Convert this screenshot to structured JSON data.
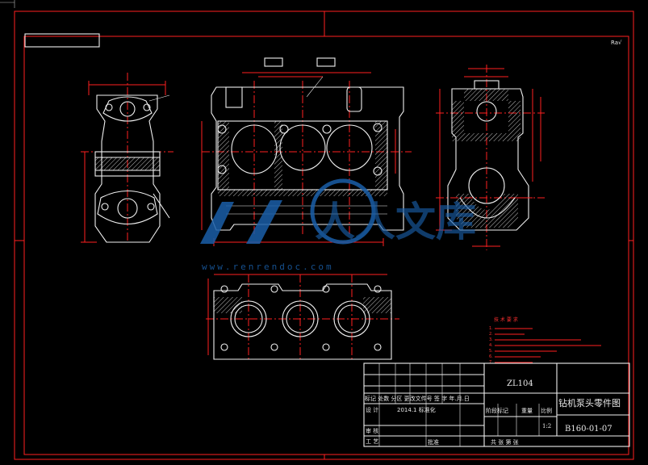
{
  "title_block": {
    "material": "ZL104",
    "drawing_title": "钻机泵头零件图",
    "drawing_number": "B160-01-07",
    "scale": "1:2",
    "scale_header": "比例",
    "weight_header": "重量",
    "stage_header": "阶段标记",
    "rev_row": "标记 处数  分区 更改文件号 签 字  年.月.日",
    "design": "设 计",
    "standardize": "2014.1 标准化",
    "review": "审 核",
    "process": "工 艺",
    "approve": "批准",
    "sheets": "共    张   第    张"
  },
  "surface_mark": "Ra√",
  "tech_requirements": {
    "heading": "技 术 要 求",
    "items": [
      "1.",
      "2.",
      "3.",
      "4.",
      "5.",
      "6.",
      "7."
    ]
  },
  "watermark": {
    "brand": "人人文库",
    "url": "www.renrendoc.com"
  },
  "colors": {
    "background": "#000000",
    "frame": "#ff2020",
    "geometry": "#f0f0f0",
    "watermark": "#1a5fa8"
  }
}
